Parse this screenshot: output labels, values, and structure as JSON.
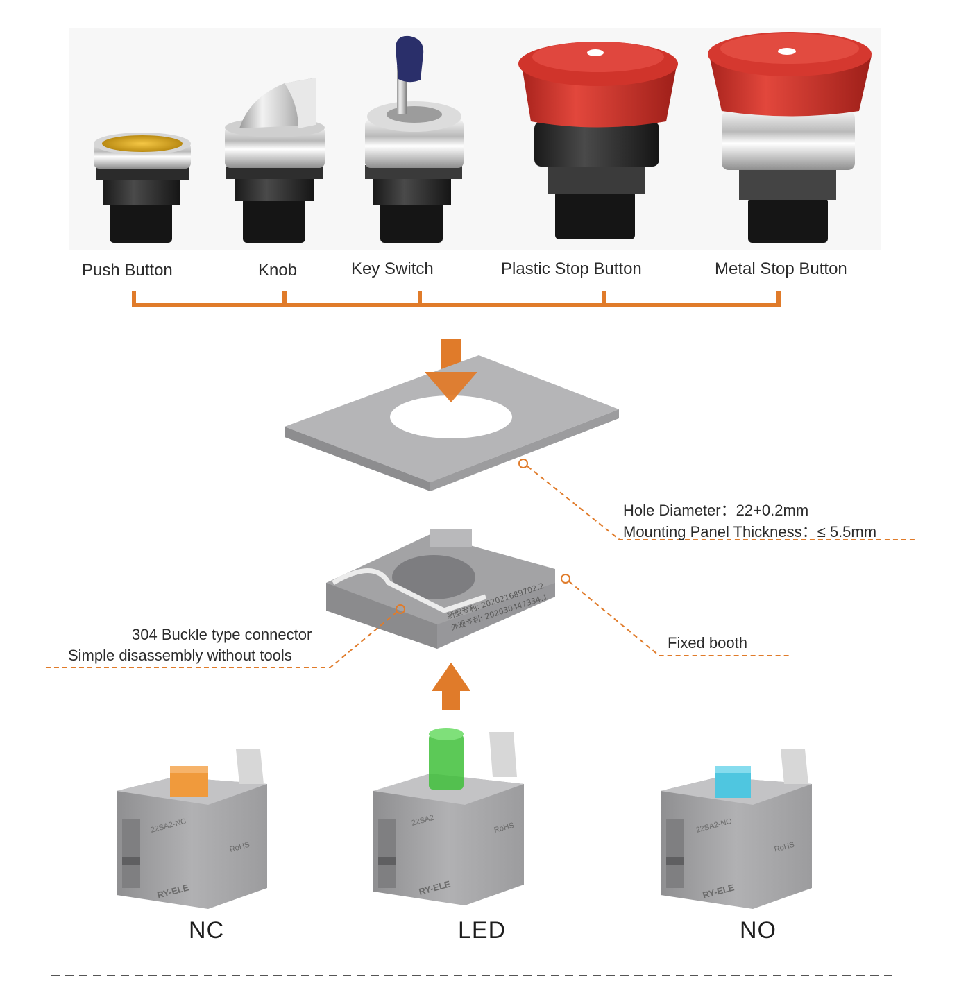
{
  "heads": [
    {
      "label": "Push Button"
    },
    {
      "label": "Knob"
    },
    {
      "label": "Key  Switch"
    },
    {
      "label": "Plastic  Stop  Button"
    },
    {
      "label": "Metal   Stop Button"
    }
  ],
  "panel": {
    "hole_line": "Hole Diameter：22+0.2mm",
    "thickness_line": "Mounting Panel Thickness：≤ 5.5mm"
  },
  "base": {
    "connector_line1": "304 Buckle type connector",
    "connector_line2": "Simple disassembly without tools",
    "fixed_booth": "Fixed booth",
    "print1": "新型专利: 202021689702.2",
    "print2": "外观专利: 202030447334.1"
  },
  "contacts": [
    {
      "label": "NC",
      "model": "22SA2-NC",
      "cap_color": "#f09a3c",
      "brand": "RY-ELE",
      "cert": "RoHS"
    },
    {
      "label": "LED",
      "model": "22SA2",
      "cap_color": "#3fbf3a",
      "brand": "RY-ELE",
      "cert": "RoHS"
    },
    {
      "label": "NO",
      "model": "22SA2-NO",
      "cap_color": "#4fc6e0",
      "brand": "RY-ELE",
      "cert": "RoHS"
    }
  ],
  "colors": {
    "accent": "#e07b2a",
    "stop_red": "#d8352c",
    "grey_body": "#a9a9ab"
  }
}
